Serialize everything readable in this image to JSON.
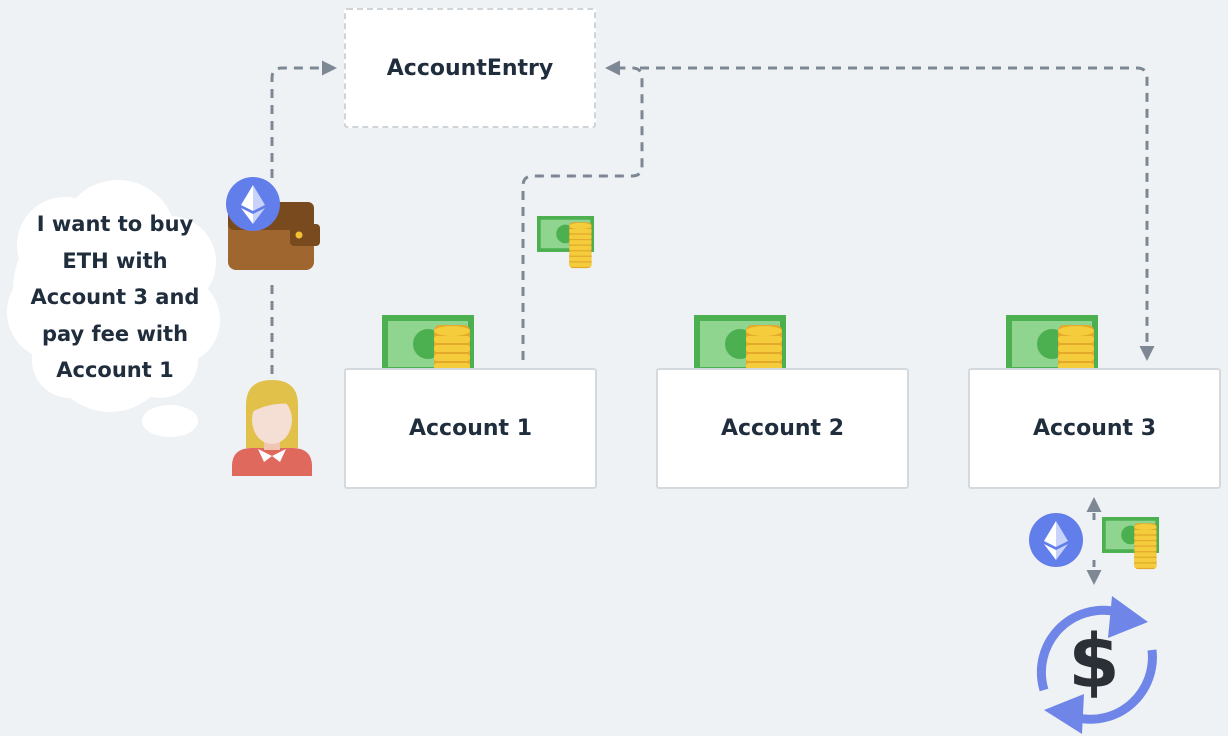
{
  "diagram": {
    "entry_label": "AccountEntry",
    "accounts": [
      "Account 1",
      "Account 2",
      "Account 3"
    ],
    "thought": "I want to buy ETH with Account 3 and pay fee with Account 1",
    "thought_lines": [
      "I want to buy",
      "ETH with",
      "Account 3 and",
      "pay fee with",
      "Account 1"
    ],
    "exchange_symbol": "$"
  },
  "colors": {
    "background": "#eff2f5",
    "connector": "#7d8894",
    "eth": "#627eea",
    "cash": "#5cb85c",
    "coin": "#f2c232",
    "wallet": "#a0662f",
    "exchange": "#6f86e8"
  },
  "icons": [
    "ethereum-icon",
    "wallet-icon",
    "cash-coins-icon",
    "user-avatar-icon",
    "currency-exchange-icon",
    "thought-bubble"
  ]
}
